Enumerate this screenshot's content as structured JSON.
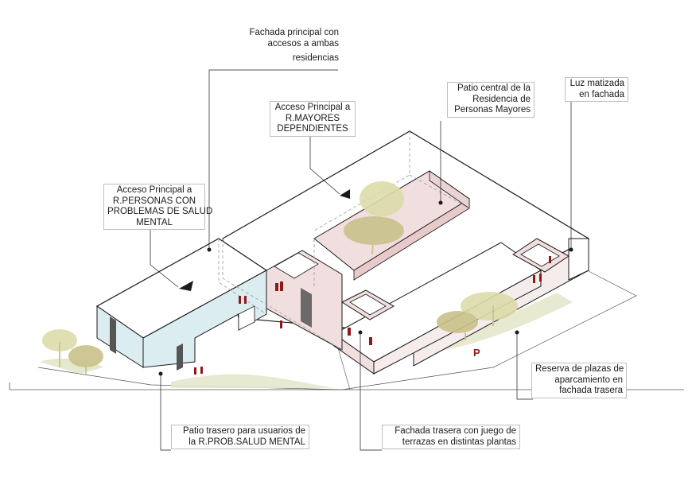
{
  "labels": {
    "fachada_principal": [
      "Fachada principal con",
      "accesos a ambas",
      "residencias"
    ],
    "acceso_mayores": [
      "Acceso Principal a",
      "R.MAYORES",
      "DEPENDIENTES"
    ],
    "patio_central": [
      "Patio central de la",
      "Residencia de",
      "Personas Mayores"
    ],
    "luz_matizada": [
      "Luz matizada",
      "en fachada"
    ],
    "acceso_salud": [
      "Acceso Principal a",
      "R.PERSONAS CON",
      "PROBLEMAS DE SALUD",
      "MENTAL"
    ],
    "reserva_plazas": [
      "Reserva de plazas de",
      "aparcamiento en",
      "fachada trasera"
    ],
    "patio_trasero": [
      "Patio trasero para usuarios de",
      "la R.PROB.SALUD MENTAL"
    ],
    "fachada_trasera": [
      "Fachada trasera con juego de",
      "terrazas en distintas plantas"
    ]
  },
  "parking_symbol": "P",
  "colors": {
    "line": "#1a1a1a",
    "dashed": "#9a9a9a",
    "pink_wall": "#f1dede",
    "blue_wall": "#dcedf2",
    "tree_green": "#c9c28a",
    "tree_light": "#dcdcaa",
    "ground_green": "#e4e8cc",
    "accent_red": "#8b1a1a",
    "label_border": "#bfbfbf"
  }
}
